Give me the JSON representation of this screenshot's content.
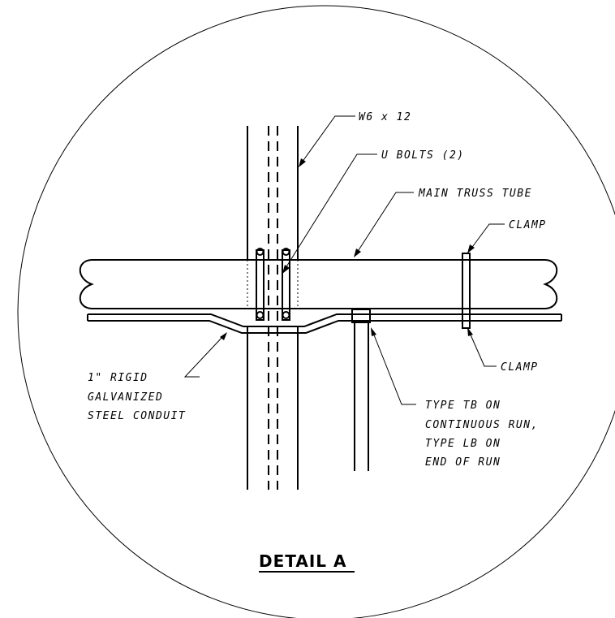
{
  "labels": {
    "beam": "W6 x 12",
    "ubolts": "U BOLTS (2)",
    "tube": "MAIN TRUSS TUBE",
    "clamp_top": "CLAMP",
    "clamp_bottom": "CLAMP",
    "conduit": [
      "1\" RIGID",
      "GALVANIZED",
      "STEEL CONDUIT"
    ],
    "fitting": [
      "TYPE TB ON",
      "CONTINUOUS RUN,",
      "TYPE LB ON",
      "END OF RUN"
    ]
  },
  "title": "DETAIL A"
}
